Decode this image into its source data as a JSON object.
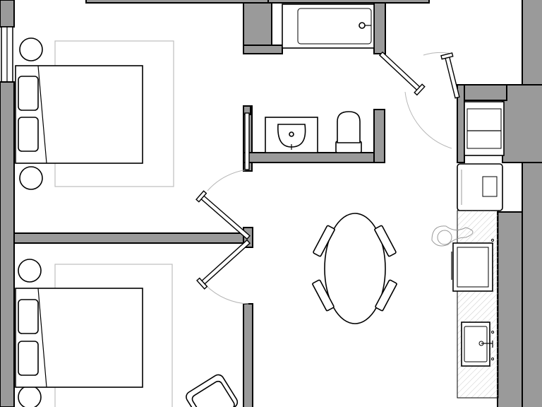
{
  "colors": {
    "wall_fill": "#9a9a9a",
    "outline": "#000000",
    "rug_outline": "#bdbdbd",
    "door_swing": "#b5b5b5",
    "background": "#ffffff"
  },
  "rooms": [
    "bedroom-top",
    "bedroom-bottom",
    "bathroom",
    "living-dining",
    "kitchen"
  ],
  "fixtures": {
    "beds": 2,
    "nightstands": 4,
    "dining_chairs": 4,
    "doors": 4
  }
}
